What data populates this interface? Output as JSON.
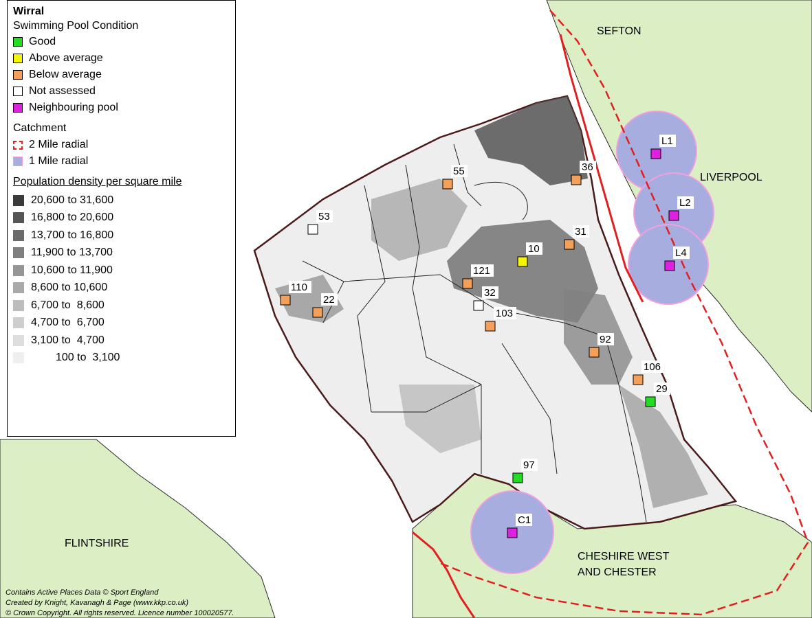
{
  "legend": {
    "title": "Wirral",
    "subtitle": "Swimming Pool Condition",
    "conditions": [
      {
        "label": "Good",
        "color": "#22dd22"
      },
      {
        "label": "Above average",
        "color": "#f5f500"
      },
      {
        "label": "Below average",
        "color": "#f5a05a"
      },
      {
        "label": "Not assessed",
        "color": "#ffffff"
      },
      {
        "label": "Neighbouring pool",
        "color": "#e020e0"
      }
    ],
    "catchment_title": "Catchment",
    "catchments": [
      {
        "label": "2 Mile radial",
        "style": "dashed-red"
      },
      {
        "label": "1 Mile radial",
        "style": "blue-fill"
      }
    ],
    "density_title": "Population density per square mile",
    "density": [
      {
        "label": "20,600 to 31,600",
        "color": "#3a3a3a"
      },
      {
        "label": "16,800 to 20,600",
        "color": "#555555"
      },
      {
        "label": "13,700 to 16,800",
        "color": "#6b6b6b"
      },
      {
        "label": "11,900 to 13,700",
        "color": "#808080"
      },
      {
        "label": "10,600 to 11,900",
        "color": "#969696"
      },
      {
        "label": "8,600 to 10,600",
        "color": "#a9a9a9"
      },
      {
        "label": "6,700 to  8,600",
        "color": "#bcbcbc"
      },
      {
        "label": "4,700 to  6,700",
        "color": "#cecece"
      },
      {
        "label": "3,100 to  4,700",
        "color": "#dedede"
      },
      {
        "label": "100 to  3,100",
        "color": "#efefef"
      }
    ]
  },
  "regions": {
    "sefton": "SEFTON",
    "liverpool": "LIVERPOOL",
    "flintshire": "FLINTSHIRE",
    "cheshire_line1": "CHESHIRE WEST",
    "cheshire_line2": "AND CHESTER"
  },
  "sites": [
    {
      "id": "55",
      "condition": "Below average"
    },
    {
      "id": "36",
      "condition": "Below average"
    },
    {
      "id": "53",
      "condition": "Not assessed"
    },
    {
      "id": "31",
      "condition": "Below average"
    },
    {
      "id": "10",
      "condition": "Above average"
    },
    {
      "id": "121",
      "condition": "Below average"
    },
    {
      "id": "32",
      "condition": "Not assessed"
    },
    {
      "id": "103",
      "condition": "Below average"
    },
    {
      "id": "110",
      "condition": "Below average"
    },
    {
      "id": "22",
      "condition": "Below average"
    },
    {
      "id": "92",
      "condition": "Below average"
    },
    {
      "id": "106",
      "condition": "Below average"
    },
    {
      "id": "29",
      "condition": "Good"
    },
    {
      "id": "97",
      "condition": "Good"
    },
    {
      "id": "L1",
      "condition": "Neighbouring pool"
    },
    {
      "id": "L2",
      "condition": "Neighbouring pool"
    },
    {
      "id": "L4",
      "condition": "Neighbouring pool"
    },
    {
      "id": "C1",
      "condition": "Neighbouring pool"
    }
  ],
  "credits": {
    "line1": "Contains Active Places Data © Sport England",
    "line2": "Created by Knight, Kavanagh & Page (www.kkp.co.uk)",
    "line3": "© Crown Copyright. All rights reserved. Licence number 100020577."
  },
  "colors": {
    "land_neighbour": "#dcefc4",
    "water": "#ffffff",
    "catchment_blue": "#a7addf",
    "catchment_red": "#e02020",
    "boundary": "#4a1a1a"
  }
}
